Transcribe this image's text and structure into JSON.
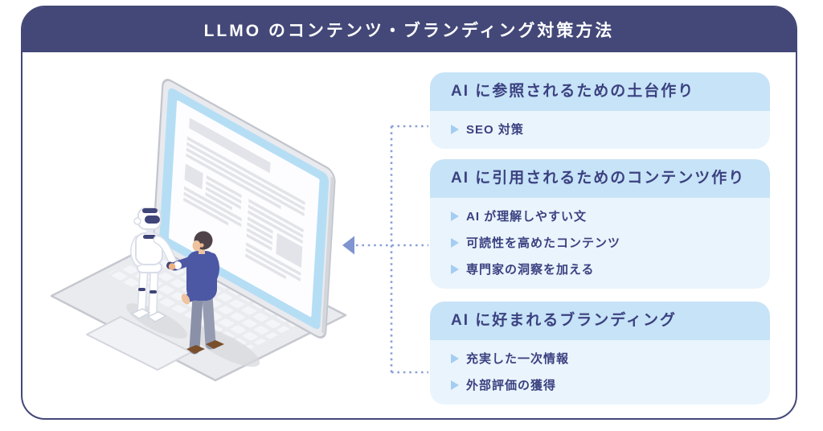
{
  "title": "LLMO のコンテンツ・ブランディング対策方法",
  "panels": [
    {
      "header": "AI に参照されるための土台作り",
      "items": [
        "SEO 対策"
      ]
    },
    {
      "header": "AI に引用されるためのコンテンツ作り",
      "items": [
        "AI が理解しやすい文",
        "可読性を高めたコンテンツ",
        "専門家の洞察を加える"
      ]
    },
    {
      "header": "AI に好まれるブランディング",
      "items": [
        "充実した一次情報",
        "外部評価の獲得"
      ]
    }
  ],
  "colors": {
    "accent": "#434878",
    "panel-header-bg": "#c7e3f7",
    "panel-body-bg": "#eaf4fc",
    "panel-text": "#3b4180",
    "bullet-triangle": "#a5cdf1",
    "connector": "#8ba0d8",
    "connector-arrow": "#8094d0"
  }
}
